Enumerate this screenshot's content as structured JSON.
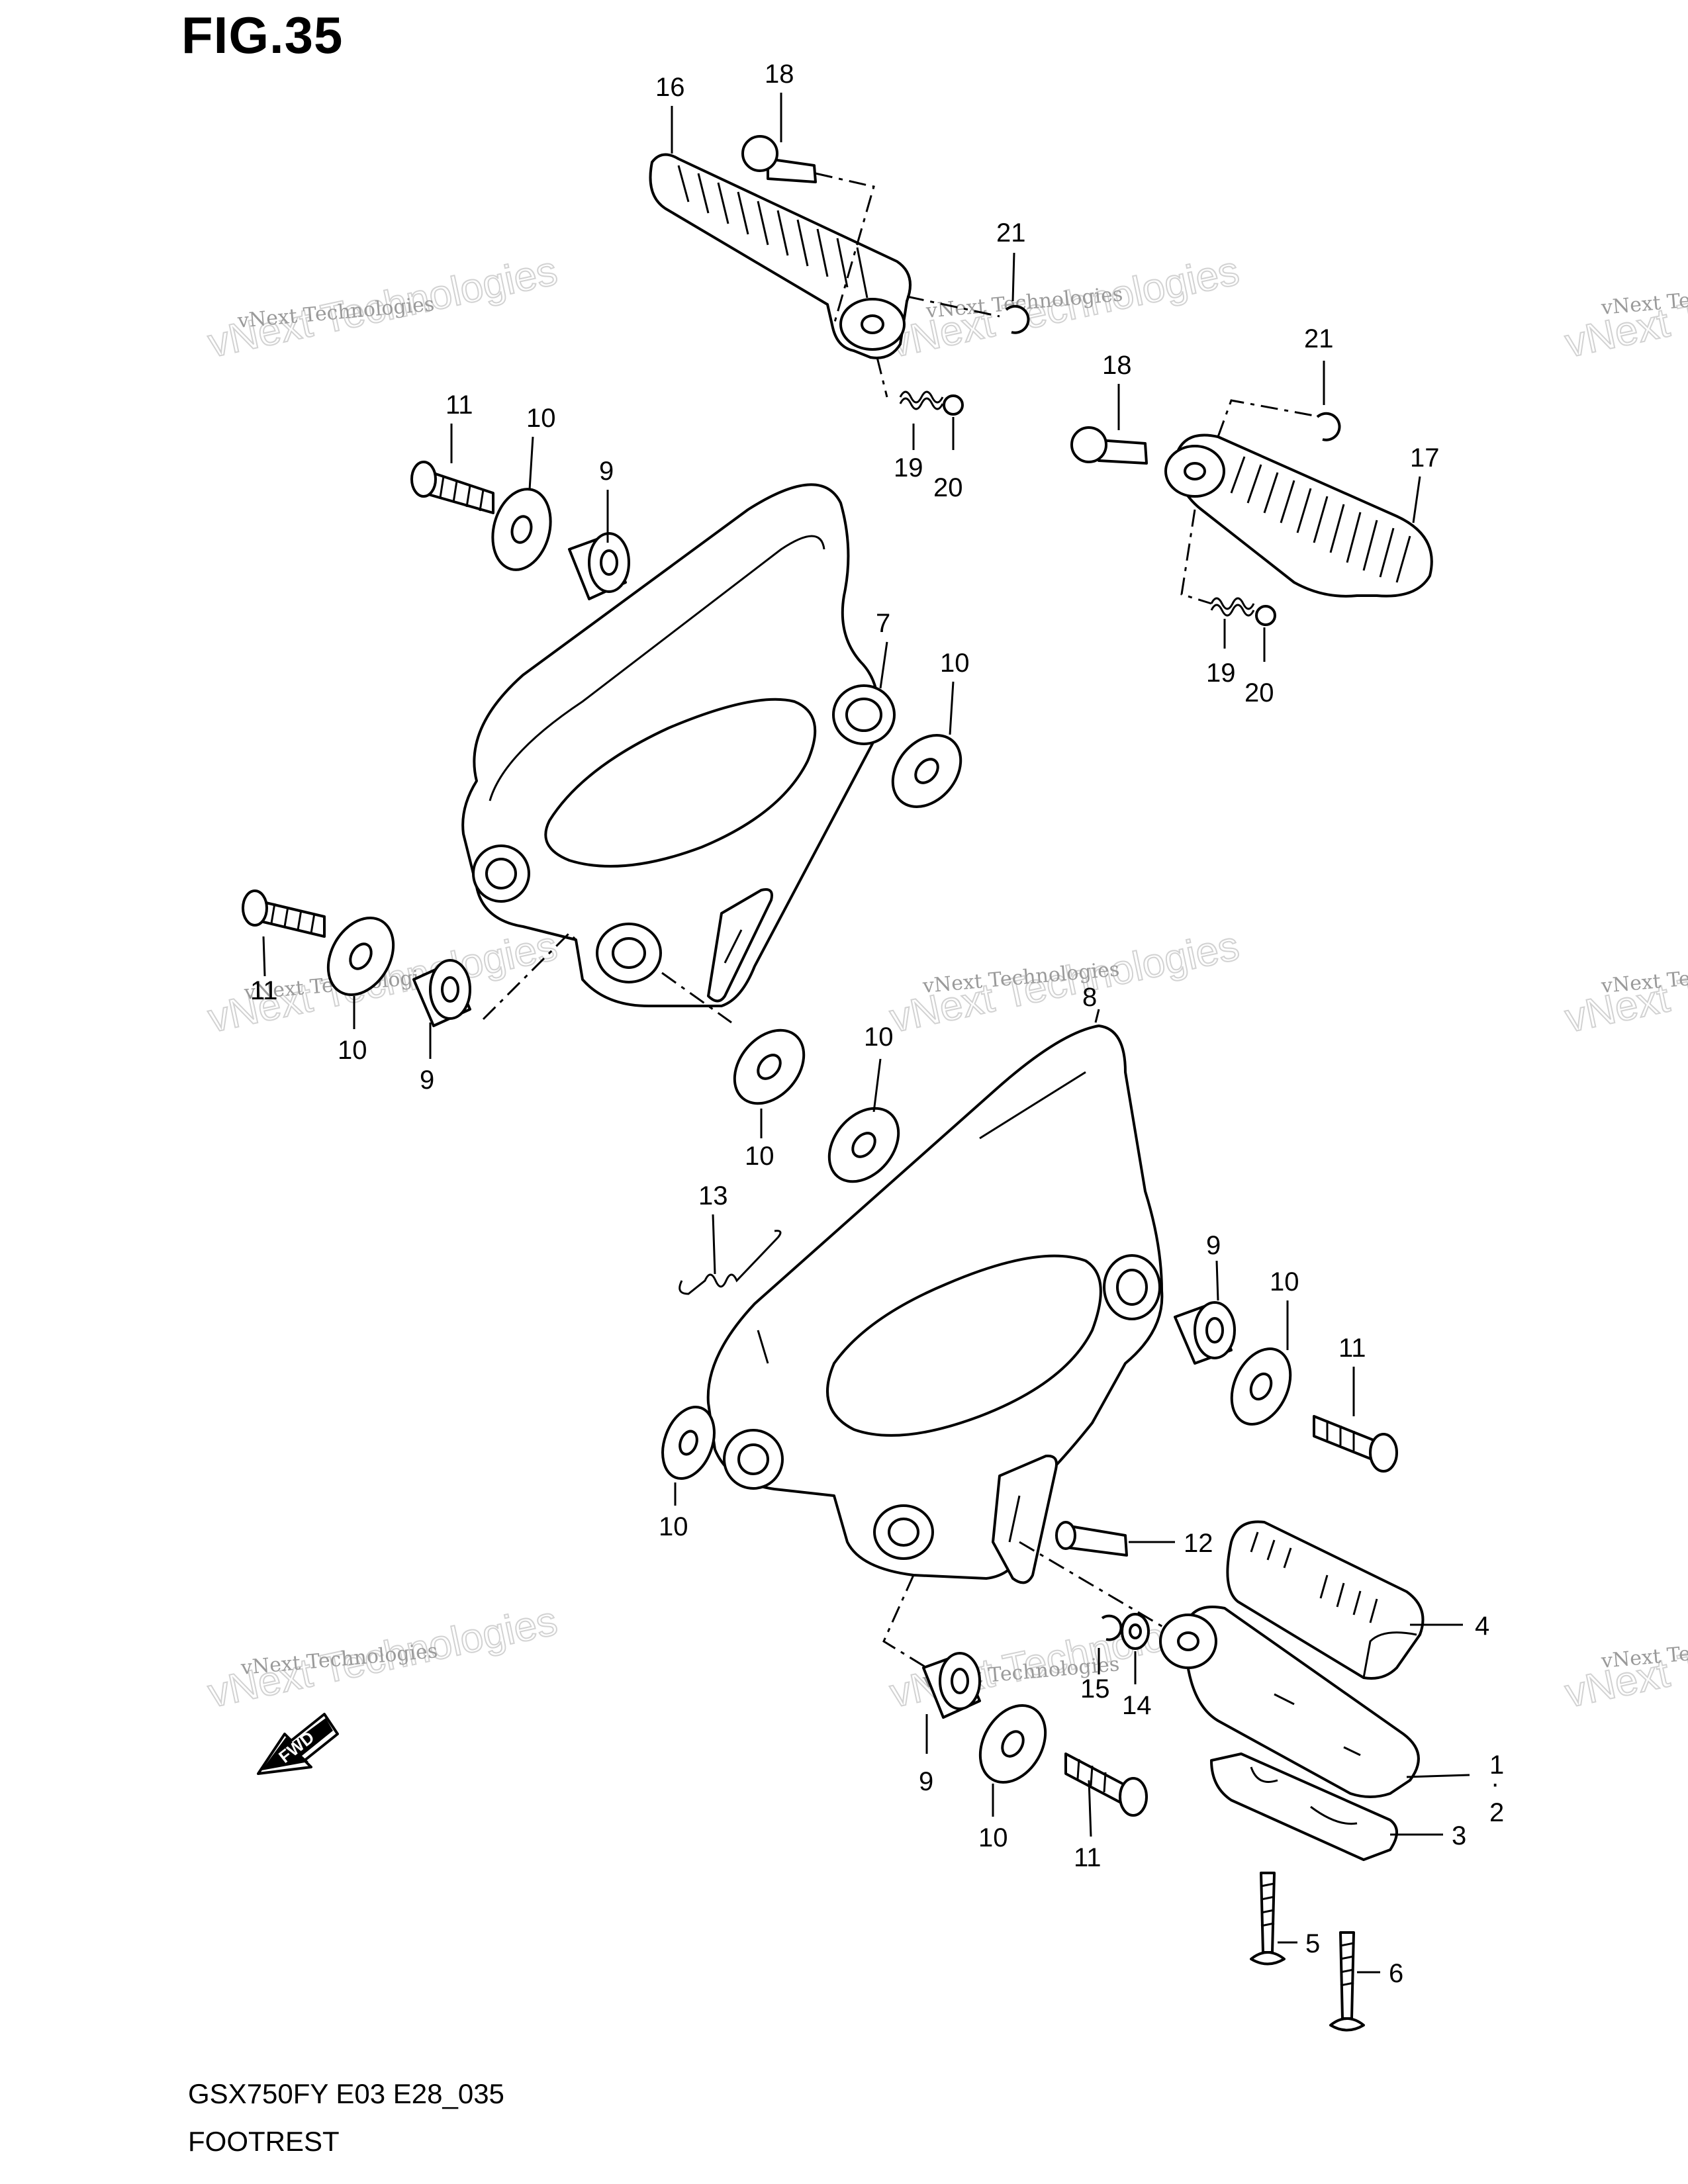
{
  "figure": {
    "title": "FIG.35"
  },
  "footer": {
    "model_code": "GSX750FY E03 E28_035",
    "section_name": "FOOTREST"
  },
  "watermark": {
    "small_text": "vNext Technologies",
    "big_text": "vNext Technologies"
  },
  "fwd_arrow": {
    "label": "FWD"
  },
  "callouts": {
    "c16": "16",
    "c18a": "18",
    "c21a": "21",
    "c19a": "19",
    "c20a": "20",
    "c21b": "21",
    "c18b": "18",
    "c17": "17",
    "c19b": "19",
    "c20b": "20",
    "c11a": "11",
    "c10a": "10",
    "c9a": "9",
    "c7": "7",
    "c10b": "10",
    "c11b": "11",
    "c10c": "10",
    "c9b": "9",
    "c8": "8",
    "c10d": "10",
    "c10e": "10",
    "c13": "13",
    "c9c": "9",
    "c10f": "10",
    "c11c": "11",
    "c10g": "10",
    "c12": "12",
    "c4": "4",
    "c15": "15",
    "c14": "14",
    "c1": "1",
    "c2": "2",
    "c3": "3",
    "c9d": "9",
    "c10h": "10",
    "c11d": "11",
    "c5": "5",
    "c6": "6"
  }
}
